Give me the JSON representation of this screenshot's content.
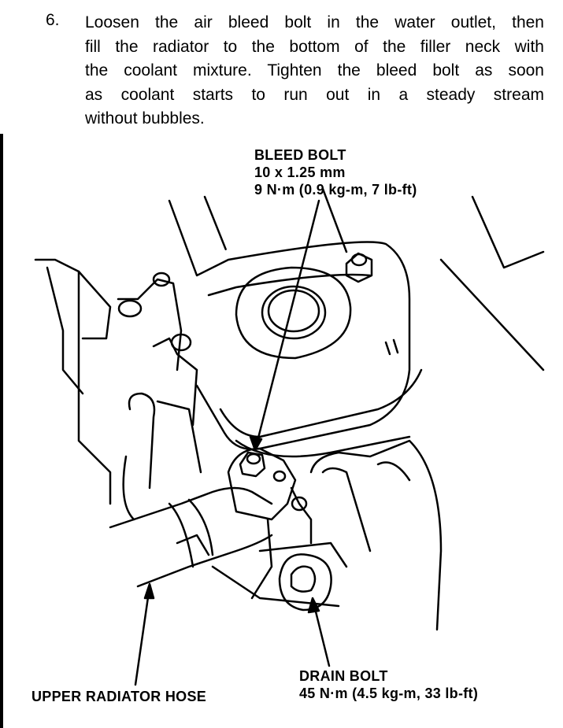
{
  "step": {
    "number": "6.",
    "lines": [
      "Loosen the air bleed bolt in the water outlet, then",
      "fill the radiator to the bottom of the filler neck with",
      "the coolant mixture. Tighten the bleed bolt as soon",
      "as coolant starts to run out in a steady stream",
      "without bubbles."
    ]
  },
  "callouts": {
    "bleed_bolt": {
      "title": "BLEED BOLT",
      "size": "10 x 1.25 mm",
      "torque": "9 N·m (0.9 kg-m, 7 lb-ft)"
    },
    "upper_radiator_hose": {
      "title": "UPPER RADIATOR HOSE"
    },
    "drain_bolt": {
      "title": "DRAIN BOLT",
      "torque": "45 N·m (4.5 kg-m, 33 lb-ft)"
    }
  }
}
